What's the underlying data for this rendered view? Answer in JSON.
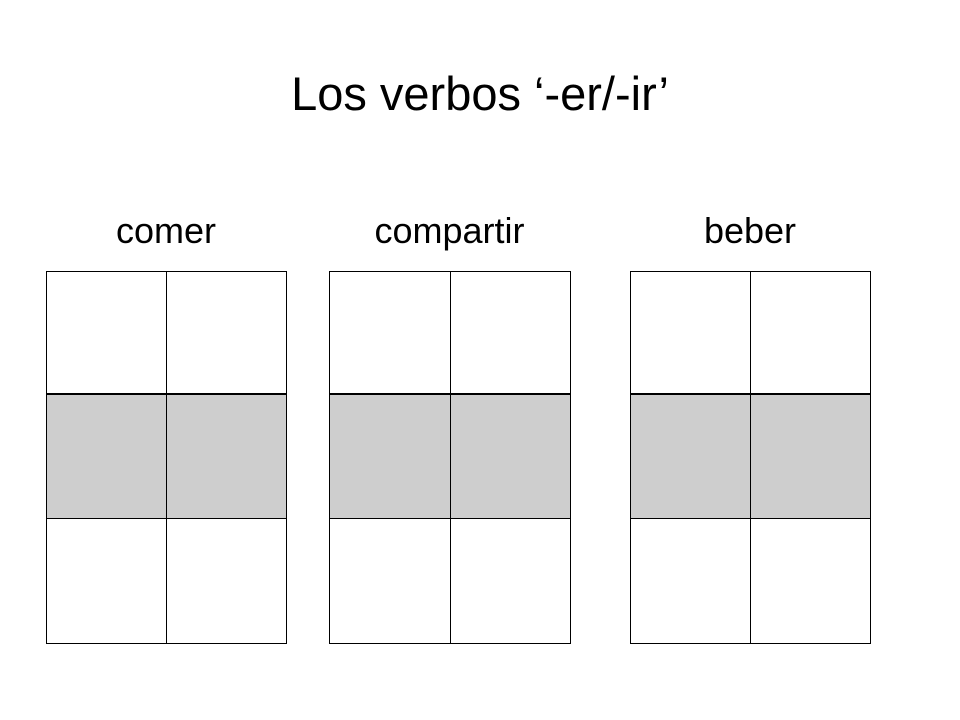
{
  "slide": {
    "title": "Los verbos ‘-er/-ir’"
  },
  "verbs": [
    {
      "label": "comer"
    },
    {
      "label": "compartir"
    },
    {
      "label": "beber"
    }
  ],
  "colors": {
    "shaded_row": "#cecece",
    "grid_lines": "#000000",
    "background": "#ffffff"
  }
}
